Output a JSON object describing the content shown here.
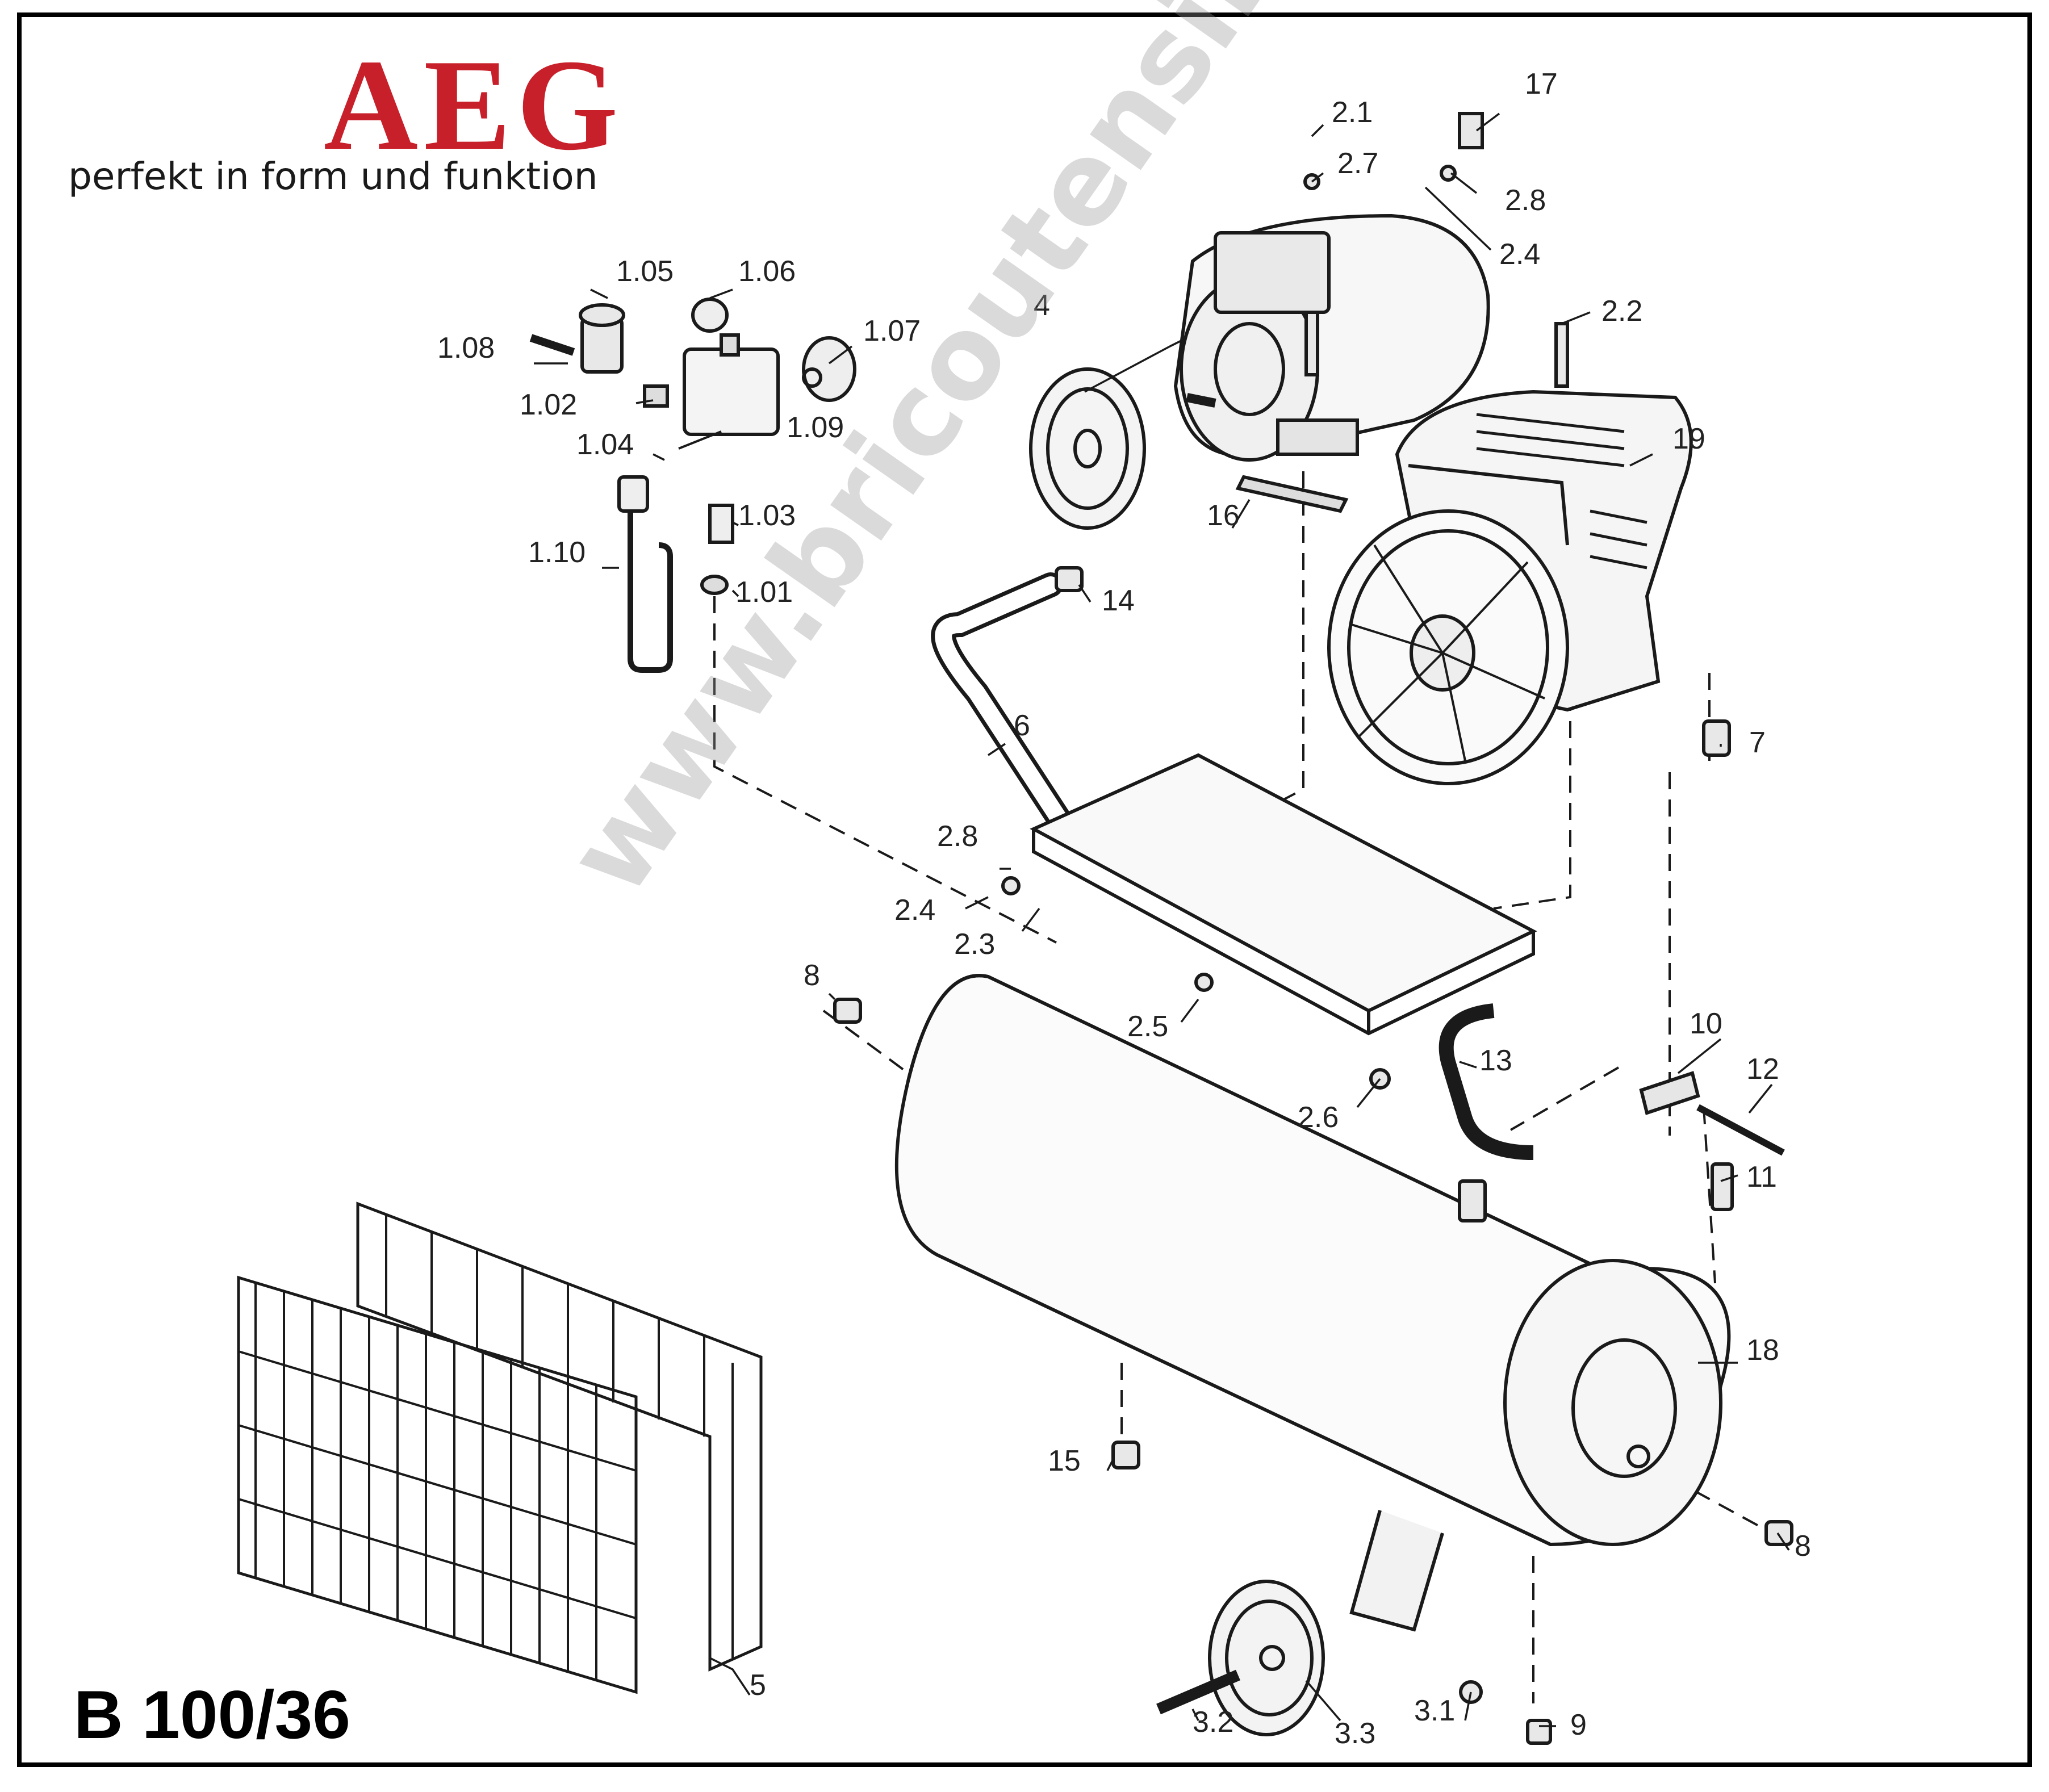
{
  "brand": {
    "logo_text": "AEG",
    "tagline": "perfekt in form und funktion",
    "color": "#c8202a"
  },
  "model": "B 100/36",
  "watermark": "www.bricoutensili.com",
  "callouts": [
    "1.05",
    "1.06",
    "1.08",
    "1.07",
    "1.02",
    "1.09",
    "1.04",
    "1.03",
    "1.10",
    "1.01",
    "2.1",
    "2.7",
    "17",
    "2.8",
    "2.4",
    "2.2",
    "4",
    "19",
    "16",
    "14",
    "6",
    "7",
    "2.8",
    "2.4",
    "2.3",
    "8",
    "2.5",
    "10",
    "12",
    "13",
    "2.6",
    "11",
    "18",
    "15",
    "8",
    "5",
    "3.2",
    "3.3",
    "3.1",
    "9"
  ]
}
